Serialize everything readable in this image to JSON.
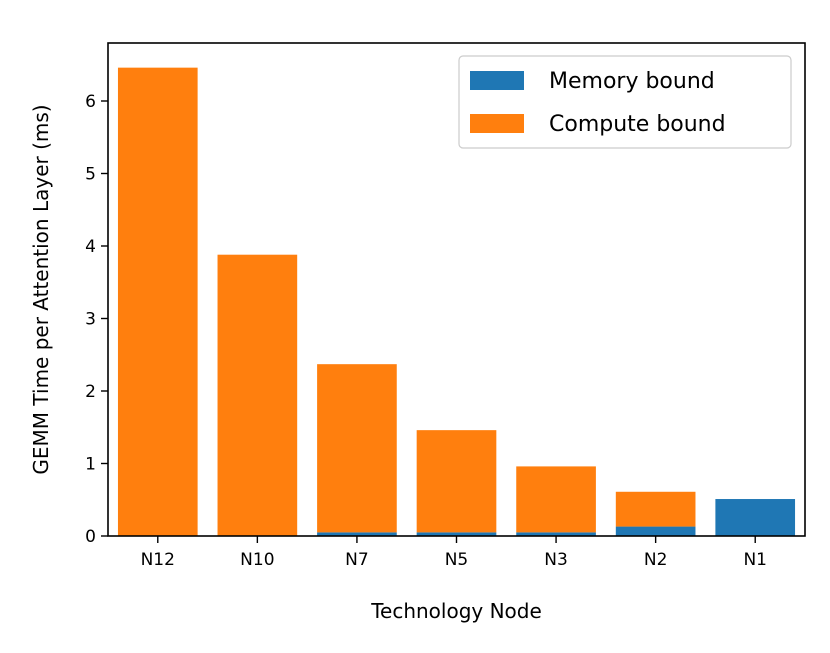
{
  "chart_data": {
    "type": "bar",
    "stacked": true,
    "categories": [
      "N12",
      "N10",
      "N7",
      "N5",
      "N3",
      "N2",
      "N1"
    ],
    "series": [
      {
        "name": "Memory bound",
        "color": "#1f77b4",
        "values": [
          0.0,
          0.0,
          0.05,
          0.05,
          0.05,
          0.13,
          0.51
        ]
      },
      {
        "name": "Compute bound",
        "color": "#ff7f0e",
        "values": [
          6.46,
          3.88,
          2.32,
          1.41,
          0.91,
          0.48,
          0.0
        ]
      }
    ],
    "xlabel": "Technology Node",
    "ylabel": "GEMM Time per Attention Layer (ms)",
    "ylim": [
      0,
      6.8
    ],
    "yticks": [
      0,
      1,
      2,
      3,
      4,
      5,
      6
    ],
    "grid": false,
    "legend": "top-right"
  }
}
